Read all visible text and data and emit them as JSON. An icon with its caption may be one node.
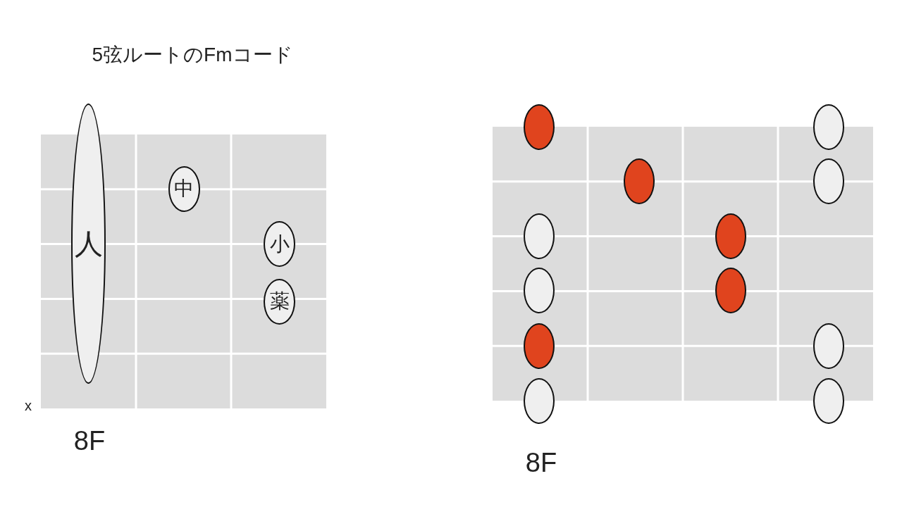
{
  "diagram": {
    "title": "5弦ルートのFmコード",
    "nodes": [
      {
        "text": [
          "人"
        ]
      },
      {
        "text": [
          "中"
        ]
      },
      {
        "text": [
          "小"
        ]
      },
      {
        "text": [
          "薬"
        ]
      },
      {
        "text": [],
        "shape": "circle"
      },
      {
        "text": [],
        "shape": "circle"
      },
      {
        "text": [],
        "shape": "circle"
      },
      {
        "text": [],
        "shape": "circle"
      },
      {
        "text": [],
        "shape": "circle"
      },
      {
        "text": [],
        "shape": "circle"
      },
      {
        "text": [],
        "shape": "circle"
      },
      {
        "text": [],
        "shape": "circle"
      },
      {
        "text": [],
        "shape": "circle"
      },
      {
        "text": [],
        "shape": "circle"
      },
      {
        "text": [],
        "shape": "circle"
      },
      {
        "text": [],
        "shape": "circle"
      }
    ],
    "labels": [
      "x",
      "8F",
      "8F"
    ]
  }
}
